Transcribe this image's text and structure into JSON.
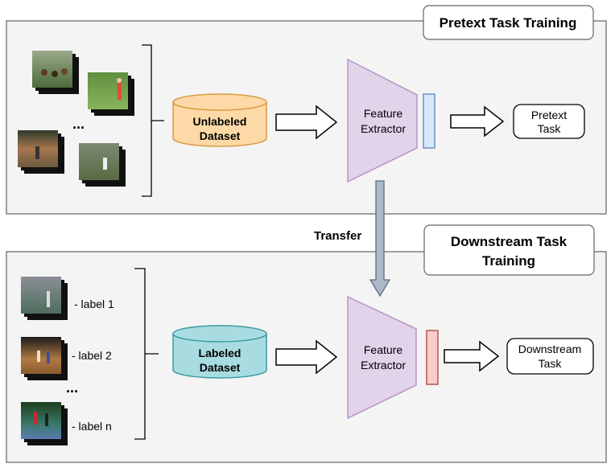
{
  "pretext_section": {
    "title": "Pretext Task Training",
    "dataset_label_line1": "Unlabeled",
    "dataset_label_line2": "Dataset",
    "extractor_line1": "Feature",
    "extractor_line2": "Extractor",
    "output_line1": "Pretext",
    "output_line2": "Task",
    "ellipsis": "..."
  },
  "transfer_label": "Transfer",
  "downstream_section": {
    "title_line1": "Downstream Task",
    "title_line2": "Training",
    "dataset_label_line1": "Labeled",
    "dataset_label_line2": "Dataset",
    "extractor_line1": "Feature",
    "extractor_line2": "Extractor",
    "output_line1": "Downstream",
    "output_line2": "Task",
    "labels": [
      "-  label 1",
      "-  label 2",
      "-  label n"
    ],
    "ellipsis": "..."
  },
  "colors": {
    "panel_bg": "#f4f4f4",
    "panel_border": "#808080",
    "unlabeled_fill": "#fcd9a6",
    "unlabeled_stroke": "#d89a3f",
    "labeled_fill": "#a8dce0",
    "labeled_stroke": "#3b9aa3",
    "extractor_fill": "#e2d2ea",
    "extractor_stroke": "#b596c6",
    "feature_blue_fill": "#dae8fc",
    "feature_blue_stroke": "#6c8ebf",
    "feature_red_fill": "#f8cecc",
    "feature_red_stroke": "#b85450",
    "transfer_fill": "#aab8c8",
    "transfer_stroke": "#5d6e80"
  }
}
